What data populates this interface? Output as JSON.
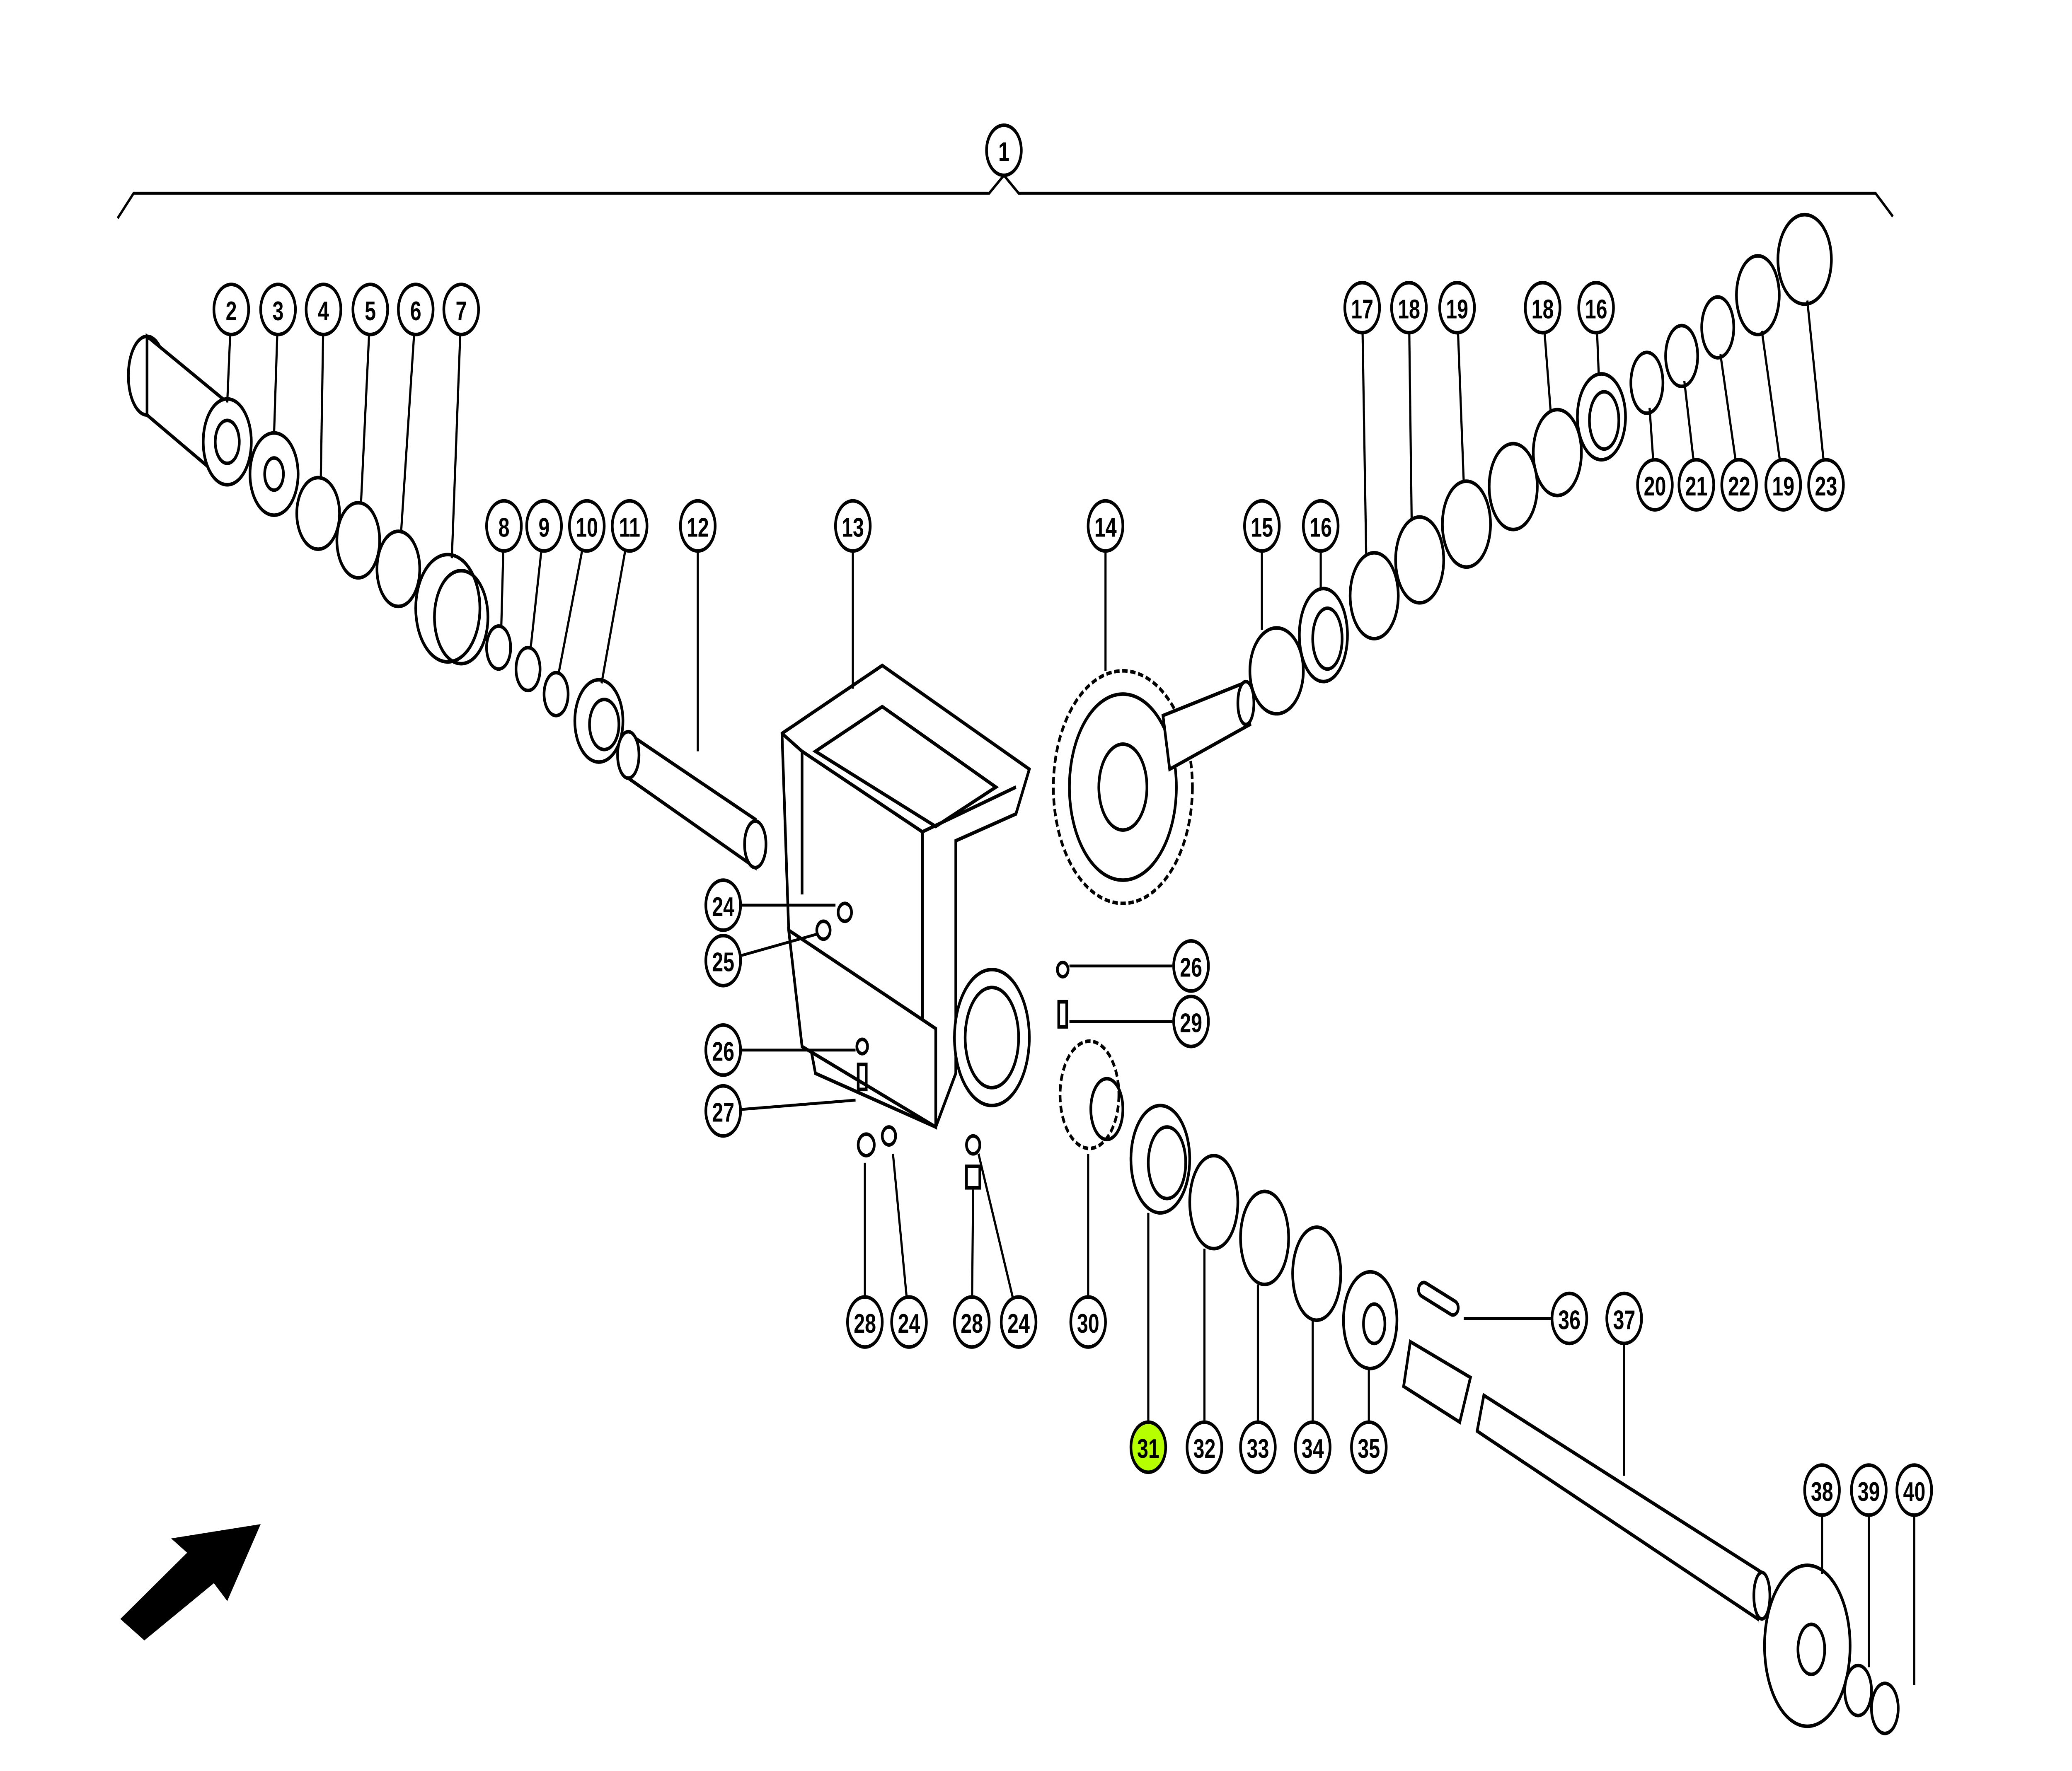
{
  "diagram": {
    "title": "Gearbox exploded parts diagram",
    "highlight_color": "#b5ff00",
    "highlighted_callout": "31",
    "callouts": [
      "1",
      "2",
      "3",
      "4",
      "5",
      "6",
      "7",
      "8",
      "9",
      "10",
      "11",
      "12",
      "13",
      "14",
      "15",
      "16",
      "17",
      "18",
      "19",
      "18",
      "16",
      "20",
      "21",
      "22",
      "19",
      "23",
      "24",
      "25",
      "26",
      "29",
      "26",
      "27",
      "28",
      "24",
      "28",
      "24",
      "30",
      "36",
      "37",
      "31",
      "32",
      "33",
      "34",
      "35",
      "38",
      "39",
      "40"
    ]
  }
}
